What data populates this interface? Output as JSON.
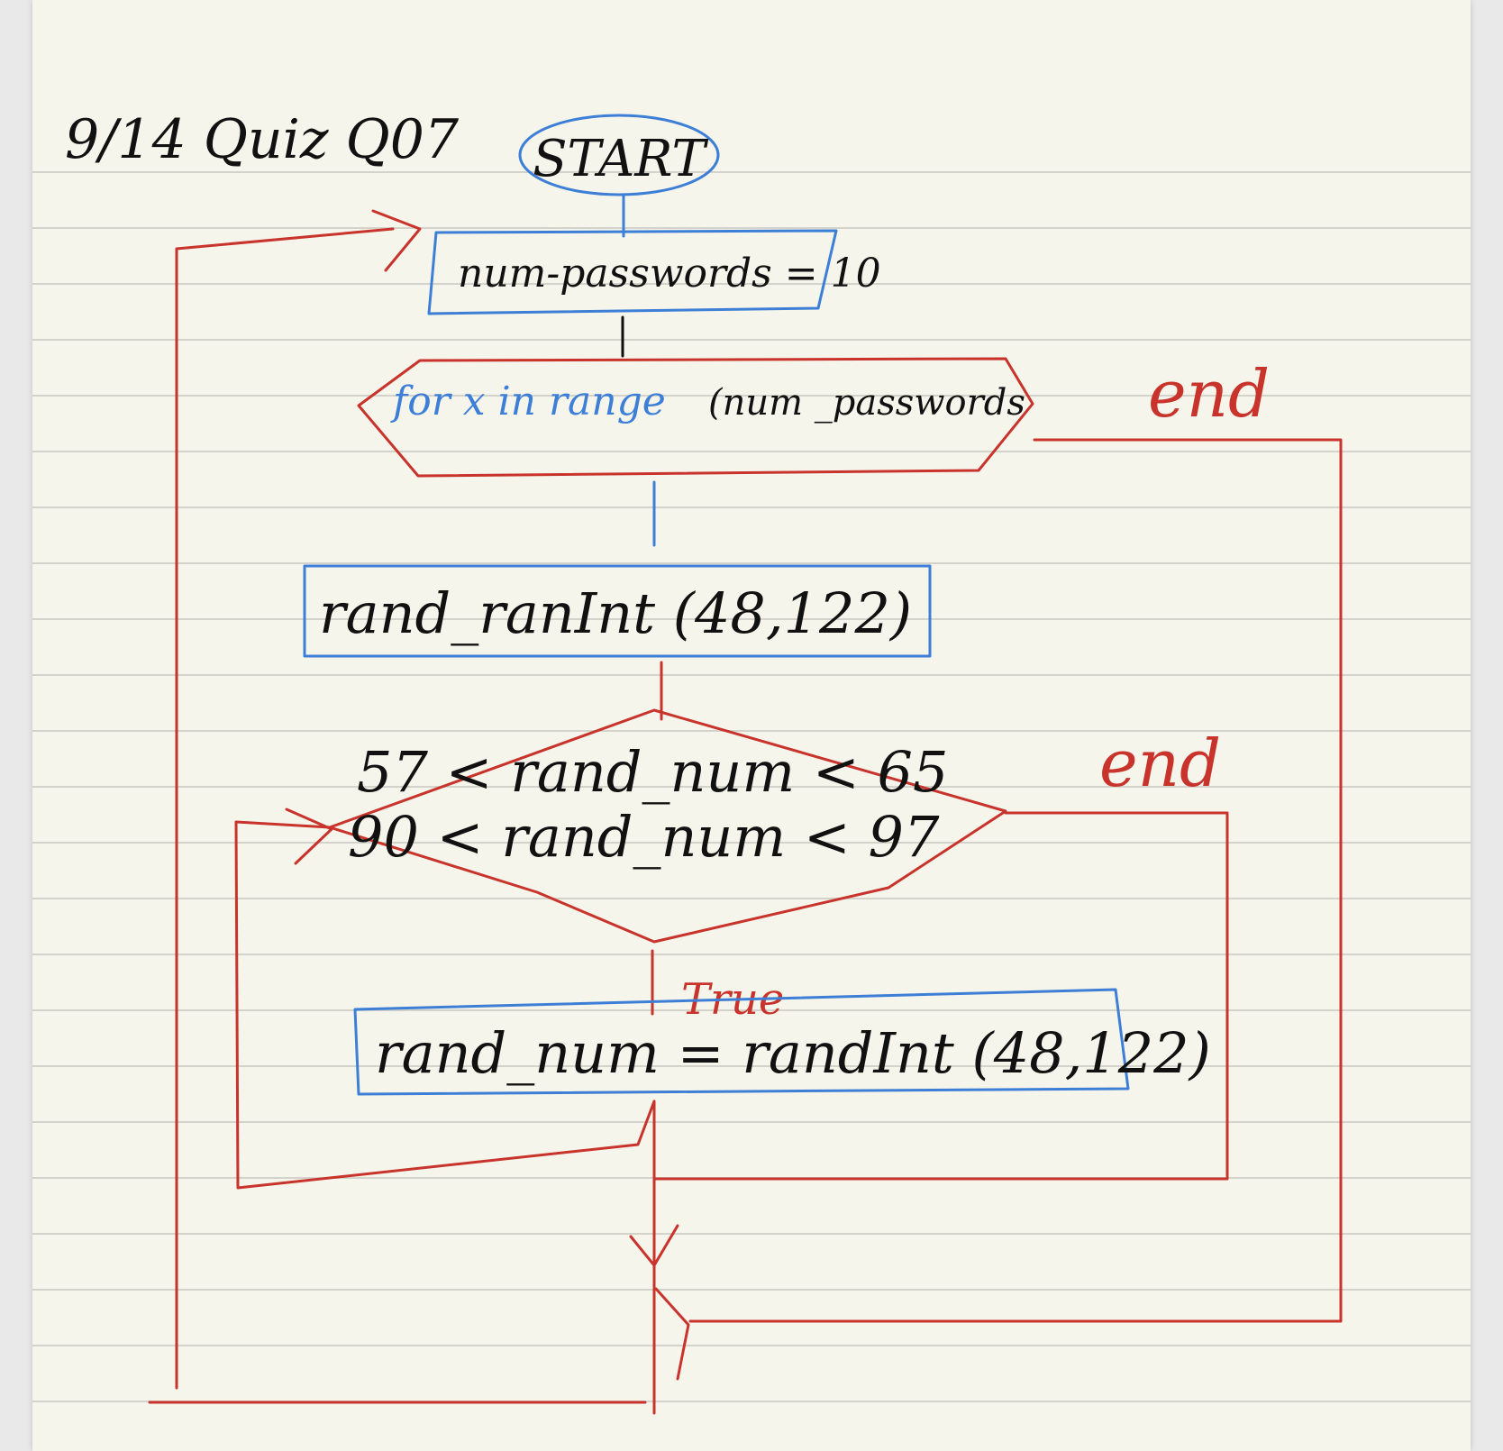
{
  "header": {
    "title": "9/14 Quiz Q07"
  },
  "nodes": {
    "start": "START",
    "init": "num-passwords = 10",
    "loop_blue": "for x in range",
    "loop_black": "(num _passwords",
    "rand_first": "rand_ranInt (48,122)",
    "cond_line1": "57 < rand_num < 65",
    "cond_line2": "90 < rand_num < 97",
    "rand_retry": "rand_num = randInt (48,122)"
  },
  "edge_labels": {
    "loop_end": "end",
    "cond_end": "end",
    "cond_true": "True"
  },
  "colors": {
    "paper": "#f6f5ec",
    "ink_black": "#111111",
    "ink_blue": "#3d7fd6",
    "ink_red": "#c8332b"
  }
}
